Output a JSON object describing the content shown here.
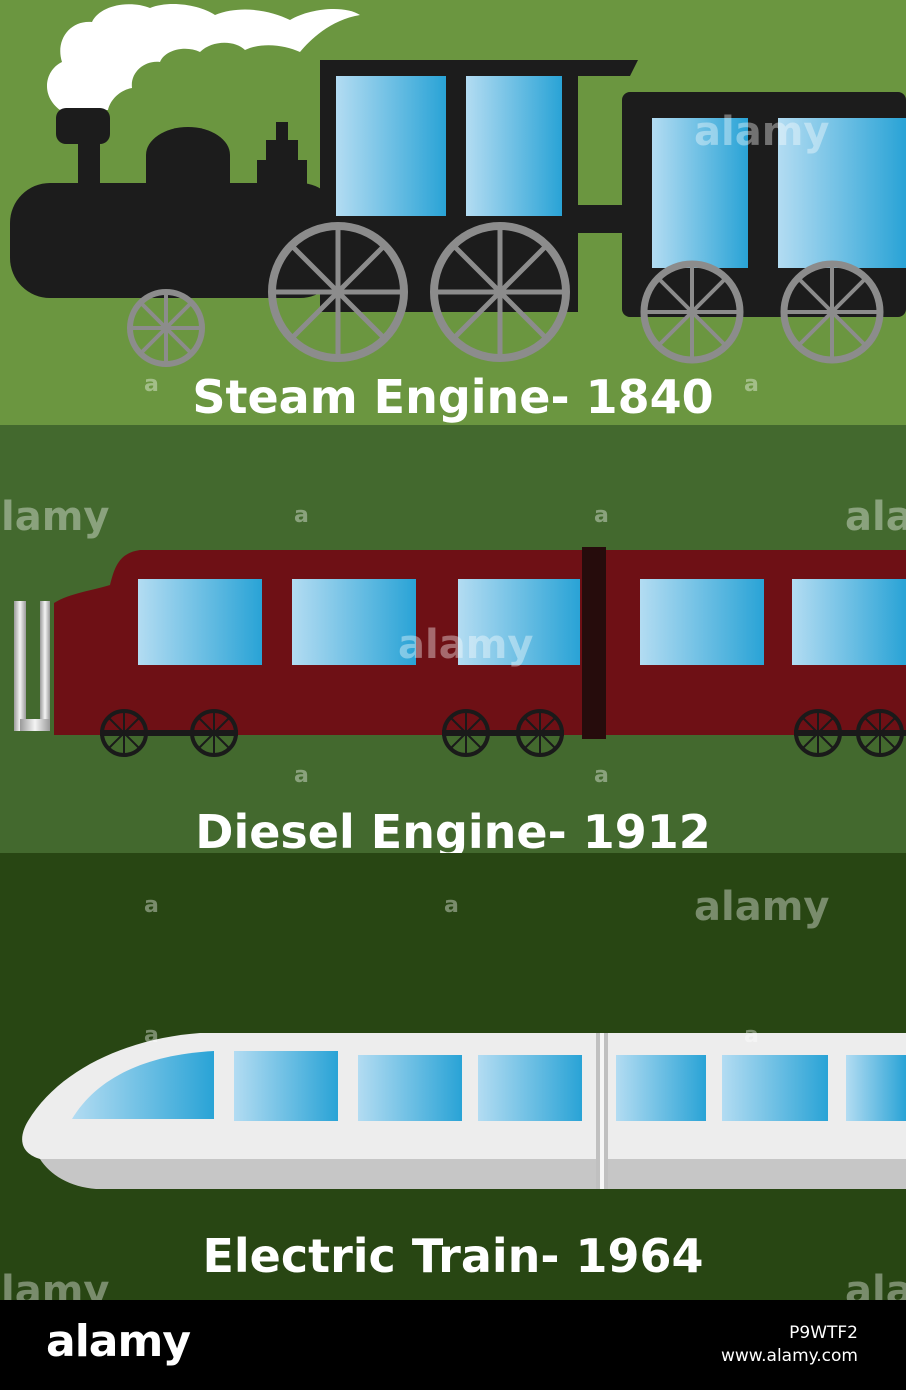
{
  "panels": [
    {
      "caption": "Steam Engine- 1840",
      "background": "#6b9640"
    },
    {
      "caption": "Diesel Engine- 1912",
      "background": "#43692e"
    },
    {
      "caption": "Electric Train- 1964",
      "background": "#284613"
    }
  ],
  "watermarks": {
    "alamy": "alamy",
    "a": "a"
  },
  "footer": {
    "logo": "alamy",
    "image_id": "P9WTF2",
    "url": "www.alamy.com"
  },
  "colors": {
    "steam_body": "#1c1c1c",
    "wheel_grey": "#8c8c8c",
    "window_blue_light": "#b3dcf2",
    "window_blue_dark": "#29a3d6",
    "diesel_body": "#6e1015",
    "electric_body": "#ededed"
  }
}
